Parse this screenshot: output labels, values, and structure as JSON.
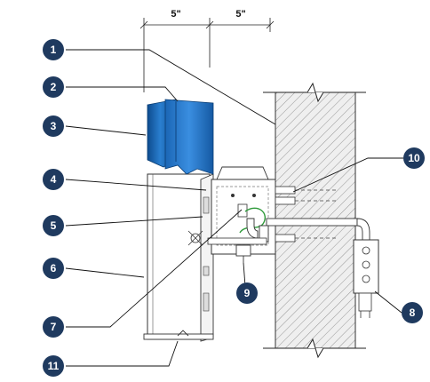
{
  "dimensions": {
    "left": "5\"",
    "right": "5\""
  },
  "callouts": [
    {
      "label": "1"
    },
    {
      "label": "2"
    },
    {
      "label": "3"
    },
    {
      "label": "4"
    },
    {
      "label": "5"
    },
    {
      "label": "6"
    },
    {
      "label": "7"
    },
    {
      "label": "8"
    },
    {
      "label": "9"
    },
    {
      "label": "10"
    },
    {
      "label": "11"
    }
  ],
  "colors": {
    "callout_fill": "#1f3a5f",
    "meter_blue": "#1e6fc0",
    "meter_blue_dark": "#0f4f92",
    "wall_fill": "#ececec",
    "wire_green": "#2e9a3a"
  }
}
